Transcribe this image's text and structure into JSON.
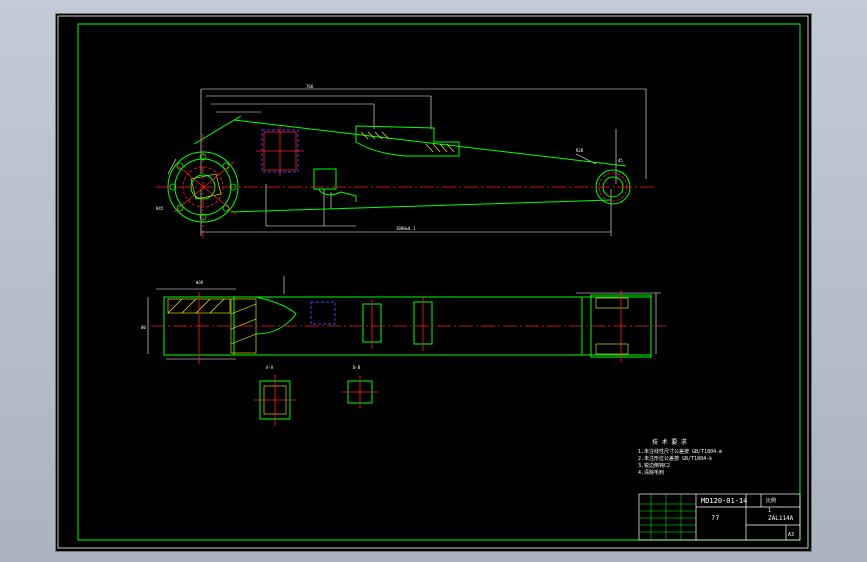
{
  "drawing": {
    "tech_req": {
      "title": "技 术 要 求",
      "lines": [
        "1.未注线性尺寸公差按 GB/T1804-m",
        "2.未注形位公差按 GB/T1804-k",
        "3.锐边倒钝C2",
        "4.清除毛刺"
      ]
    },
    "title_block": {
      "drawing_no": "MD120-01-14",
      "part_name": "??",
      "material": "ZAL114A",
      "scale_label": "比例",
      "qty": "1",
      "sheet": "A3"
    },
    "dim_labels": {
      "overall_length": "766",
      "total_lower": "1000±0.1",
      "r_small": "R28",
      "r_large": "R45",
      "shaft_dia": "Φ36",
      "section_a": "A-A",
      "section_b": "B-B",
      "height_left": "80",
      "height_right": "45"
    },
    "colors": {
      "outline": "#00ff00",
      "hidden": "#ff2020",
      "dimension": "#ffffff",
      "section": "#ffff00",
      "aux": "#4040ff"
    }
  }
}
